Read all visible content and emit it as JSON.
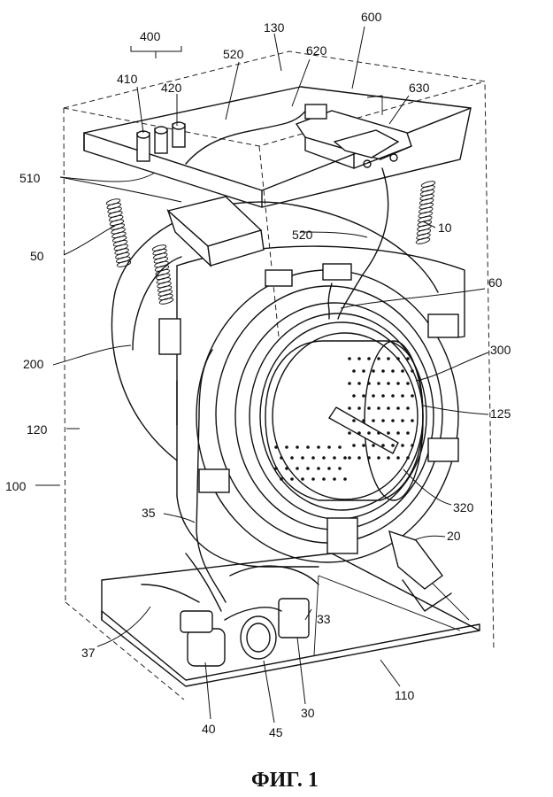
{
  "figure": {
    "caption": "ФИГ. 1",
    "labels": {
      "l400": "400",
      "l410": "410",
      "l420": "420",
      "l130": "130",
      "l520a": "520",
      "l620": "620",
      "l600": "600",
      "l630": "630",
      "l510": "510",
      "l50": "50",
      "l520b": "520",
      "l10": "10",
      "l60": "60",
      "l200": "200",
      "l300": "300",
      "l125": "125",
      "l120": "120",
      "l100": "100",
      "l320": "320",
      "l35": "35",
      "l20": "20",
      "l33": "33",
      "l37": "37",
      "l110": "110",
      "l40": "40",
      "l45": "45",
      "l30": "30"
    }
  }
}
